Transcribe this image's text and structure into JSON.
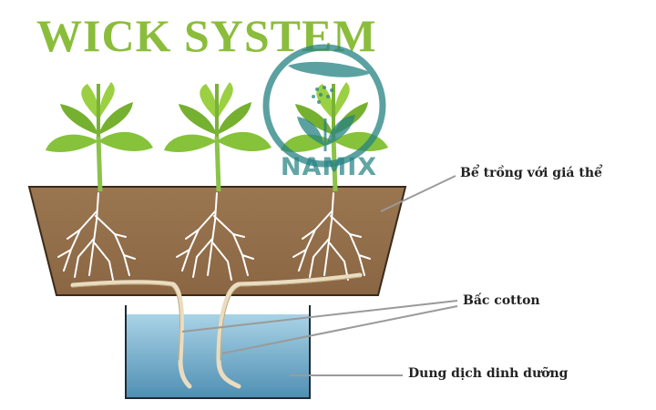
{
  "title": "WICK SYSTEM",
  "watermark": "NAMIX",
  "labels": {
    "pot": "Bể trồng với giá thể",
    "wick": "Bấc cotton",
    "solution": "Dung dịch dinh dưỡng"
  },
  "colors": {
    "title": "#8bbd3c",
    "soil": "#9a7650",
    "water": "#6fa7c4",
    "leaf": "#86c23a",
    "watermark": "#268282"
  }
}
